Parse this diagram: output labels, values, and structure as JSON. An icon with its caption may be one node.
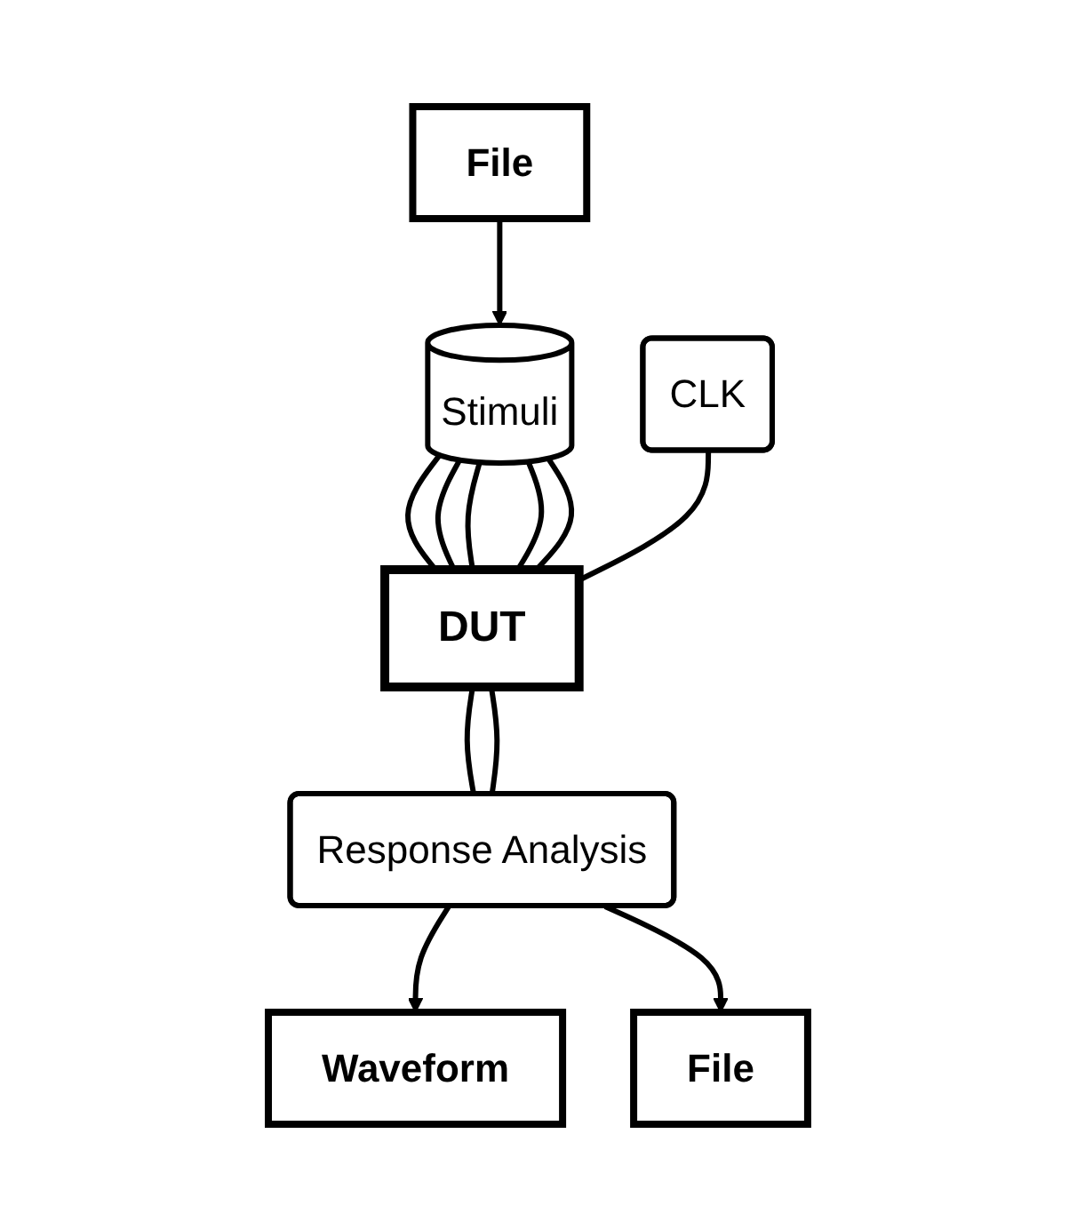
{
  "diagram": {
    "nodes": [
      {
        "text": [
          "File"
        ]
      },
      {
        "text": [
          "Stimuli"
        ]
      },
      {
        "text": [
          "CLK"
        ]
      },
      {
        "text": [
          "DUT"
        ]
      },
      {
        "text": [
          "Response Analysis"
        ]
      },
      {
        "text": [
          "Waveform"
        ]
      },
      {
        "text": [
          "File"
        ]
      }
    ],
    "edges": [
      {
        "from": 0,
        "to": 1,
        "arrow": "to"
      },
      {
        "from": 1,
        "to": 3,
        "arrow": "none"
      },
      {
        "from": 1,
        "to": 3,
        "arrow": "none"
      },
      {
        "from": 1,
        "to": 3,
        "arrow": "none"
      },
      {
        "from": 1,
        "to": 3,
        "arrow": "none"
      },
      {
        "from": 1,
        "to": 3,
        "arrow": "none"
      },
      {
        "from": 2,
        "to": 3,
        "arrow": "none"
      },
      {
        "from": 3,
        "to": 4,
        "arrow": "none"
      },
      {
        "from": 3,
        "to": 4,
        "arrow": "none"
      },
      {
        "from": 4,
        "to": 5,
        "arrow": "to"
      },
      {
        "from": 4,
        "to": 6,
        "arrow": "to"
      }
    ]
  }
}
